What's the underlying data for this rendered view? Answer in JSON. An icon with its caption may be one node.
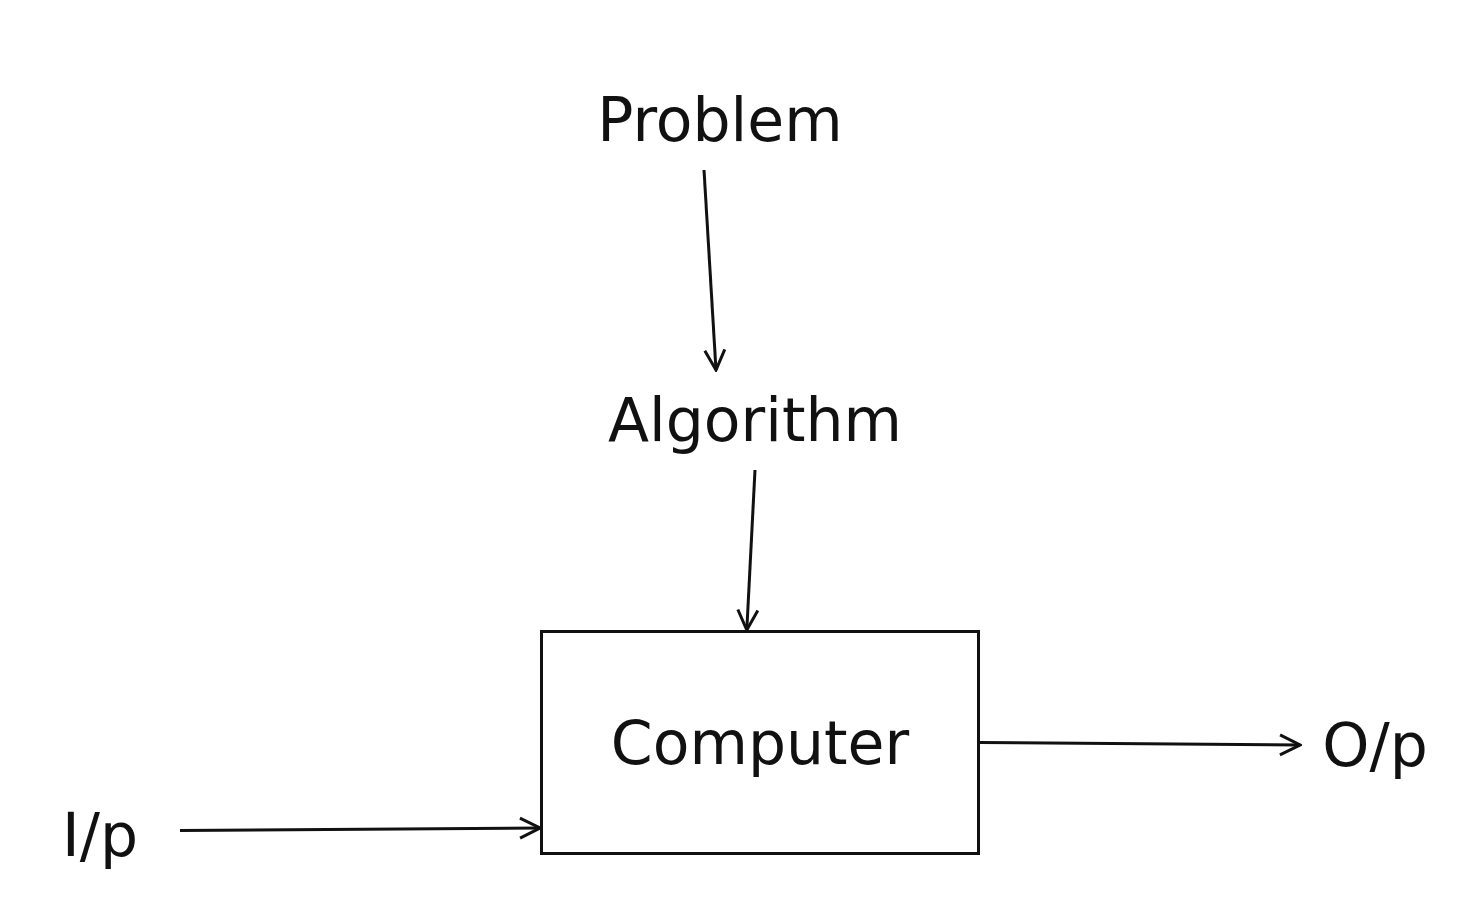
{
  "diagram": {
    "nodes": [
      {
        "text": [
          "Problem"
        ]
      },
      {
        "text": [
          "Algorithm"
        ]
      },
      {
        "text": [
          "Computer"
        ]
      },
      {
        "text": [
          "I/p"
        ]
      },
      {
        "text": [
          "O/p"
        ]
      }
    ],
    "edges": [
      {
        "from": 0,
        "to": 1,
        "arrow": "to"
      },
      {
        "from": 1,
        "to": 2,
        "arrow": "to"
      },
      {
        "from": 3,
        "to": 2,
        "arrow": "to"
      },
      {
        "from": 2,
        "to": 4,
        "arrow": "to"
      }
    ]
  }
}
